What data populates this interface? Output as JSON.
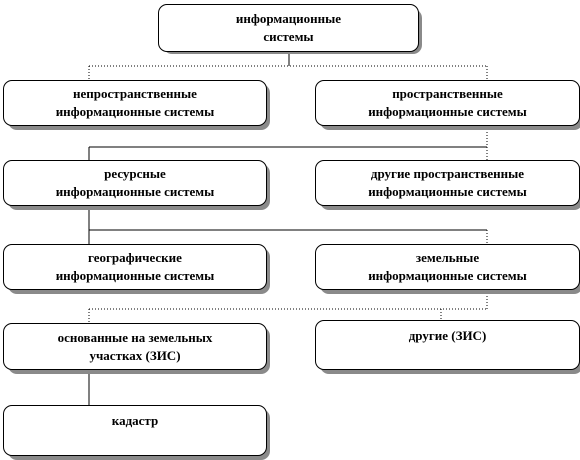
{
  "nodes": {
    "root": "информационные\nсистемы",
    "nonspatial": "непространственные\nинформационные системы",
    "spatial": "пространственные\nинформационные системы",
    "resource": "ресурсные\nинформационные системы",
    "other_spatial": "другие пространственные\nинформационные системы",
    "geographic": "географические\nинформационные системы",
    "land": "земельные\nинформационные системы",
    "land_plots": "основанные на земельных\nучастках (ЗИС)",
    "other_zis": "другие (ЗИС)",
    "cadastre": "кадастр"
  }
}
